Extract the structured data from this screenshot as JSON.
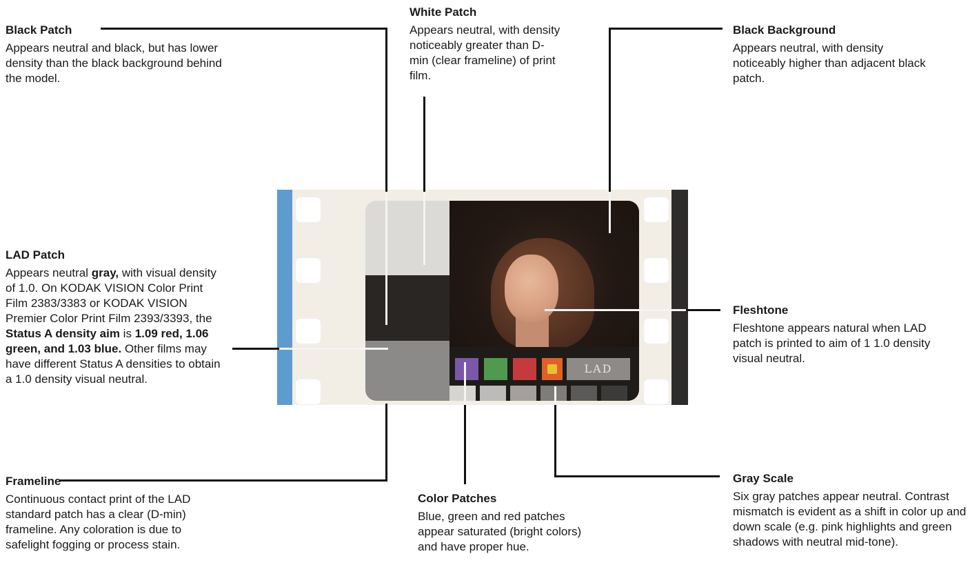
{
  "callouts": {
    "black_patch": {
      "title": "Black Patch",
      "body": "Appears neutral and black, but has lower density than the black background behind the model."
    },
    "white_patch": {
      "title": "White Patch",
      "body": "Appears neutral, with density noticeably greater than D-min (clear frameline) of print film."
    },
    "black_background": {
      "title": "Black Background",
      "body": "Appears neutral, with density noticeably higher than adjacent black patch."
    },
    "lad_patch": {
      "title": "LAD Patch",
      "parts": [
        "Appears neutral ",
        "gray,",
        " with visual density of 1.0. On KODAK VISION Color Print Film 2383/3383 or KODAK VISION Premier Color Print Film 2393/3393, the ",
        "Status A density aim",
        " is ",
        "1.09 red, 1.06 green, and 1.03 blue.",
        " Other films may have different Status A densities to obtain a 1.0 density visual neutral."
      ]
    },
    "fleshtone": {
      "title": "Fleshtone",
      "body": "Fleshtone appears natural when LAD patch is printed to aim of 1 1.0 density visual neutral."
    },
    "frameline": {
      "title": "Frameline",
      "body": "Continuous contact print of the LAD standard patch has a clear (D-min) frameline. Any coloration is due to safelight fogging or process stain."
    },
    "color_patches": {
      "title": "Color Patches",
      "body": "Blue, green and red patches appear saturated (bright colors) and have proper hue."
    },
    "gray_scale": {
      "title": "Gray Scale",
      "body": "Six gray patches appear neutral. Contrast mismatch is evident as a shift in color up and down scale (e.g. pink highlights and green shadows with neutral mid-tone)."
    }
  },
  "film": {
    "lad_tag": "LAD",
    "gray_scale_colors": [
      "#d7d5d2",
      "#bdbbb8",
      "#a3a19e",
      "#7f7d7a",
      "#5c5a58",
      "#3d3b39"
    ]
  }
}
